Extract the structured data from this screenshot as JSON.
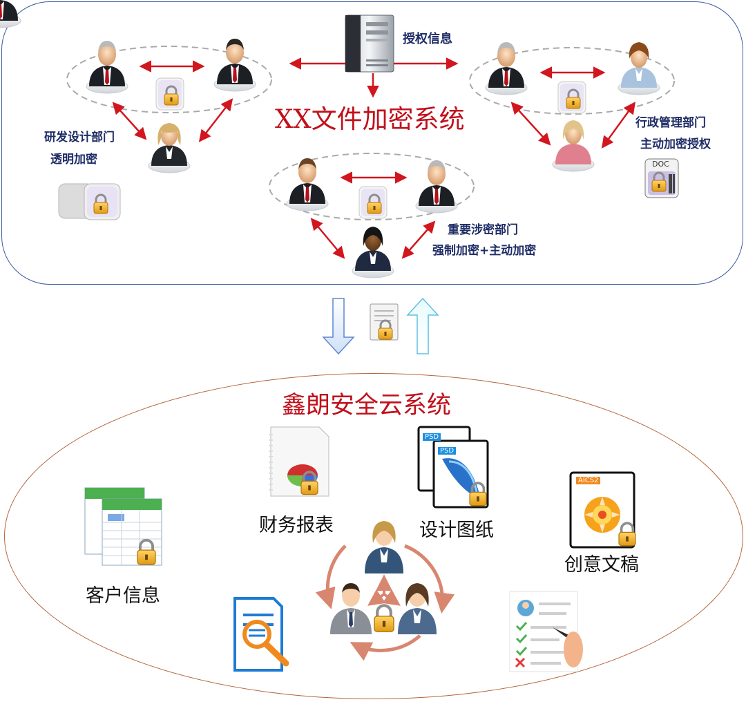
{
  "top_panel": {
    "title": "XX文件加密系统",
    "server_label": "授权信息",
    "dept_rd": {
      "name": "研发设计部门",
      "mode": "透明加密"
    },
    "dept_admin": {
      "name": "行政管理部门",
      "mode": "主动加密授权"
    },
    "dept_secret": {
      "name": "重要涉密部门",
      "mode": "强制加密+主动加密"
    },
    "doc_badge": "DOC"
  },
  "bottom_panel": {
    "title": "鑫朗安全云系统",
    "items": {
      "customer": "客户信息",
      "finance": "财务报表",
      "design": "设计图纸",
      "creative": "创意文稿"
    },
    "psd_badge": "PSD",
    "aics_badge": "AICS2"
  },
  "colors": {
    "arrow_red": "#d2161e",
    "top_border": "#3b5aa0",
    "ellipse_border": "#b4653a",
    "title_red": "#c0101b",
    "label_blue": "#1f2d66",
    "cycle_arrow": "#d98670"
  }
}
